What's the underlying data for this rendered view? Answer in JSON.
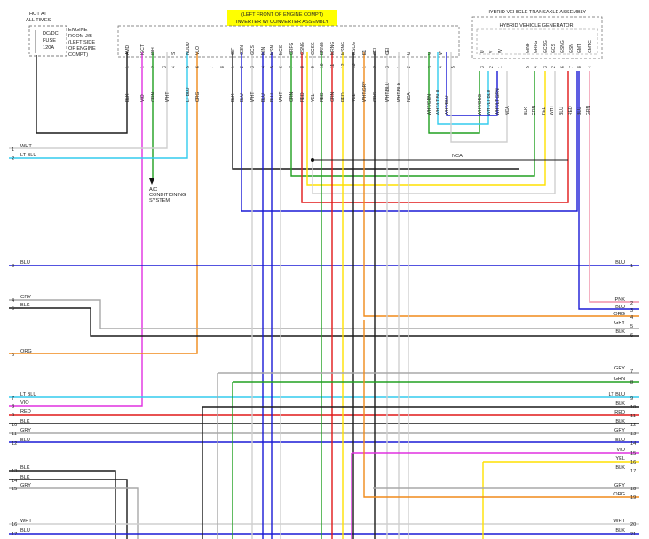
{
  "hot_at": [
    "HOT AT",
    "ALL TIMES"
  ],
  "fuse": {
    "lines": [
      "DC/DC",
      "FUSE",
      "120A"
    ],
    "location": [
      "ENGINE",
      "ROOM J/B",
      "(LEFT SIDE",
      "OF ENGINE",
      "COMPT)"
    ]
  },
  "inverter": {
    "title": [
      "(LEFT FRONT OF ENGINE COMPT)",
      "INVERTER W/ CONVERTER ASSEMBLY"
    ]
  },
  "transaxle": {
    "title": "HYBRID VEHICLE TRANSAXLE ASSEMBLY",
    "generator": "HYBRID VEHICLE GENERATOR"
  },
  "ac_system": [
    "A/C",
    "CONDITIONING",
    "SYSTEM"
  ],
  "nca_label": "NCA",
  "colors": {
    "wht": "#cfcfcf",
    "ltblu": "#33ccee",
    "blu": "#1a1ad6",
    "gry": "#a9a9a9",
    "blk": "#1a1a1a",
    "org": "#f08a1a",
    "vio": "#e030e0",
    "red": "#e01818",
    "yel": "#ffe000",
    "grn": "#20a020",
    "pnk": "#f090a8"
  },
  "inv_pins": [
    {
      "n": "AMD",
      "p": "1"
    },
    {
      "n": "IGCT",
      "p": "1"
    },
    {
      "n": "IDH",
      "p": "2"
    },
    {
      "n": "",
      "p": "3"
    },
    {
      "n": "S",
      "p": "4"
    },
    {
      "n": "NODD",
      "p": "5"
    },
    {
      "n": "VLO",
      "p": "6"
    },
    {
      "n": "",
      "p": "7"
    },
    {
      "n": "",
      "p": "8"
    },
    {
      "n": "GIF",
      "p": "1"
    },
    {
      "n": "GSN",
      "p": "2"
    },
    {
      "n": "GCS",
      "p": "3"
    },
    {
      "n": "MIN",
      "p": "4"
    },
    {
      "n": "MSN",
      "p": "5"
    },
    {
      "n": "MCS",
      "p": "6"
    },
    {
      "n": "GRFG",
      "p": "7"
    },
    {
      "n": "GSNG",
      "p": "8"
    },
    {
      "n": "GCSG",
      "p": "9"
    },
    {
      "n": "DRNG",
      "p": "10"
    },
    {
      "n": "MRNG",
      "p": "11"
    },
    {
      "n": "MSNG",
      "p": "12"
    },
    {
      "n": "MSCG",
      "p": "13"
    },
    {
      "n": "E1",
      "p": "1"
    },
    {
      "n": "CEI",
      "p": "2"
    },
    {
      "n": "CEI",
      "p": "3"
    },
    {
      "n": "",
      "p": "1"
    },
    {
      "n": "U",
      "p": "2"
    },
    {
      "n": "V",
      "p": "3"
    },
    {
      "n": "W",
      "p": "4"
    },
    {
      "n": "",
      "p": "5"
    }
  ],
  "inv_wires": [
    "BLK",
    "VIO",
    "GRN",
    "WHT",
    "LT BLU",
    "ORG",
    "BLK",
    "BLU",
    "WHT",
    "BLU",
    "BLU",
    "WHT",
    "GRN",
    "RED",
    "YEL",
    "RED",
    "GRN",
    "RED",
    "YEL",
    "WHT/GRY",
    "ORG",
    "WHT/BLU",
    "WHT/BLK",
    "NCA"
  ],
  "gen_wires": [
    "WHT/GRN",
    "WHT/LT BLU",
    "WHT/BLU",
    "WHT/ORG",
    "WHT/LT BLU",
    "WHT/LT GRN",
    "NCA",
    "BLK",
    "GRN",
    "YEL",
    "WHT",
    "BLU",
    "RED",
    "BLU",
    "GRN",
    "PNK"
  ],
  "gen_pins": [
    {
      "n": "U",
      "p": "3"
    },
    {
      "n": "V",
      "p": "2"
    },
    {
      "n": "W",
      "p": "1"
    },
    {
      "n": "GINF",
      "p": "5"
    },
    {
      "n": "GRFG",
      "p": "4"
    },
    {
      "n": "GCSG",
      "p": "3"
    },
    {
      "n": "GCS",
      "p": "2"
    },
    {
      "n": "GSNG",
      "p": "6"
    },
    {
      "n": "GSN",
      "p": "7"
    },
    {
      "n": "GMT",
      "p": "8"
    },
    {
      "n": "GMTG",
      "p": "4"
    }
  ],
  "left_labels": [
    {
      "n": "1",
      "t": "WHT"
    },
    {
      "n": "2",
      "t": "LT BLU"
    },
    {
      "n": "3",
      "t": "BLU"
    },
    {
      "n": "4",
      "t": "GRY"
    },
    {
      "n": "5",
      "t": "BLK"
    },
    {
      "n": "6",
      "t": "ORG"
    },
    {
      "n": "7",
      "t": "LT BLU"
    },
    {
      "n": "8",
      "t": "VIO"
    },
    {
      "n": "9",
      "t": "RED"
    },
    {
      "n": "10",
      "t": "BLK"
    },
    {
      "n": "11",
      "t": "GRY"
    },
    {
      "n": "12",
      "t": "BLU"
    },
    {
      "n": "13",
      "t": "BLK"
    },
    {
      "n": "14",
      "t": "BLK"
    },
    {
      "n": "15",
      "t": "GRY"
    },
    {
      "n": "16",
      "t": "WHT"
    },
    {
      "n": "17",
      "t": "BLU"
    }
  ],
  "right_labels": [
    {
      "n": "1",
      "t": "BLU"
    },
    {
      "n": "2",
      "t": "PNK"
    },
    {
      "n": "3",
      "t": "BLU"
    },
    {
      "n": "4",
      "t": "ORG"
    },
    {
      "n": "5",
      "t": "GRY"
    },
    {
      "n": "6",
      "t": "BLK"
    },
    {
      "n": "7",
      "t": "GRY"
    },
    {
      "n": "8",
      "t": "GRN"
    },
    {
      "n": "9",
      "t": "LT BLU"
    },
    {
      "n": "10",
      "t": "BLK"
    },
    {
      "n": "11",
      "t": "RED"
    },
    {
      "n": "12",
      "t": "BLK"
    },
    {
      "n": "13",
      "t": "GRY"
    },
    {
      "n": "14",
      "t": "BLU"
    },
    {
      "n": "15",
      "t": "VIO"
    },
    {
      "n": "16",
      "t": "YEL"
    },
    {
      "n": "17",
      "t": "BLK"
    },
    {
      "n": "18",
      "t": "GRY"
    },
    {
      "n": "19",
      "t": "ORG"
    },
    {
      "n": "20",
      "t": "WHT"
    },
    {
      "n": "21",
      "t": "BLK"
    }
  ]
}
